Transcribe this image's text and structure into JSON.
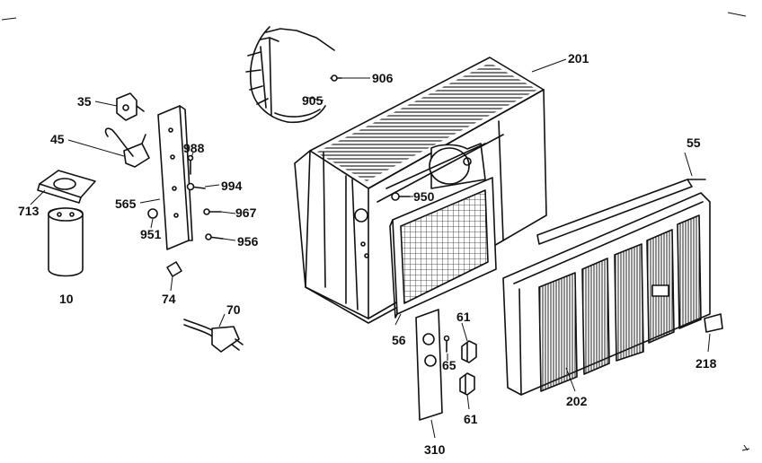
{
  "labels": {
    "p35": "35",
    "p45": "45",
    "p713": "713",
    "p10": "10",
    "p565": "565",
    "p951": "951",
    "p988": "988",
    "p994": "994",
    "p967": "967",
    "p956": "956",
    "p74": "74",
    "p70": "70",
    "p905": "905",
    "p906": "906",
    "p201": "201",
    "p950": "950",
    "p55": "55",
    "p56": "56",
    "p61a": "61",
    "p65": "65",
    "p61b": "61",
    "p310": "310",
    "p202": "202",
    "p218": "218"
  }
}
